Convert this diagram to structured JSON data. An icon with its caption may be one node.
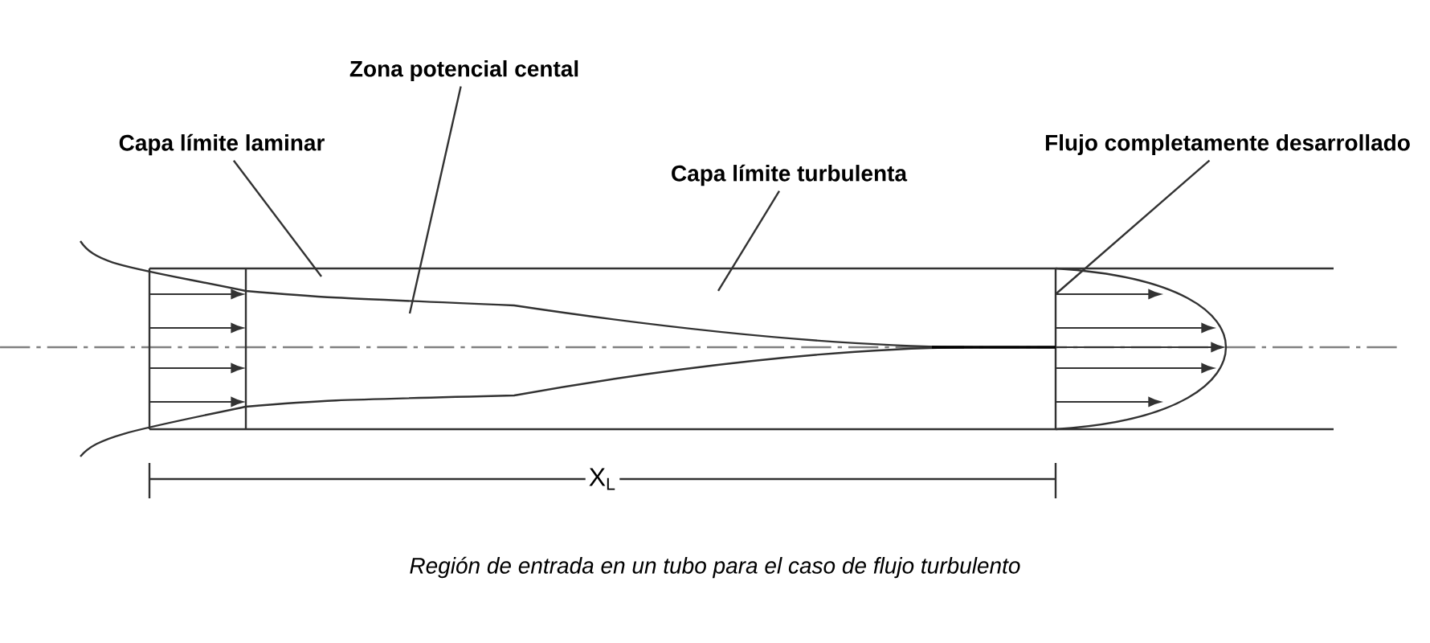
{
  "diagram": {
    "caption": "Región de entrada en un tubo para el caso de flujo turbulento",
    "nodes": [
      {
        "text": [
          "Zona potencial cental"
        ]
      },
      {
        "text": [
          "Capa límite laminar"
        ]
      },
      {
        "text": [
          "Capa límite turbulenta"
        ]
      },
      {
        "text": [
          "Flujo completamente desarrollado"
        ]
      }
    ],
    "edges": [
      {
        "from": 0,
        "to": null,
        "arrow": "none"
      },
      {
        "from": 1,
        "to": null,
        "arrow": "none"
      },
      {
        "from": 2,
        "to": null,
        "arrow": "none"
      },
      {
        "from": 3,
        "to": null,
        "arrow": "none"
      }
    ],
    "labels": [
      "X$_{L}$"
    ]
  }
}
